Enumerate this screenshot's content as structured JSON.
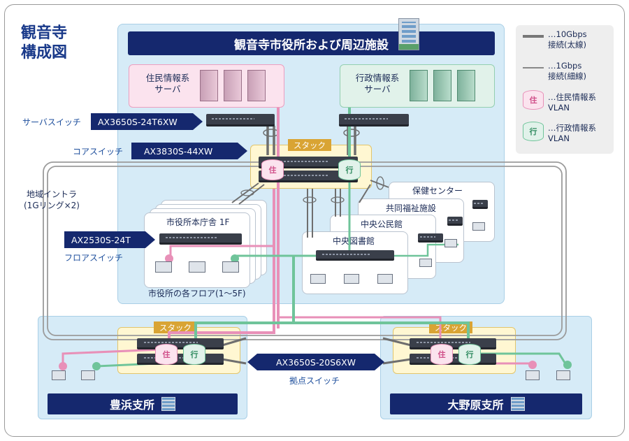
{
  "title_lines": [
    "観音寺",
    "構成図"
  ],
  "banner_main": "観音寺市役所および周辺施設",
  "server_resident": "住民情報系\nサーバ",
  "server_admin": "行政情報系\nサーバ",
  "tags": {
    "server_switch": "AX3650S-24T6XW",
    "core_switch": "AX3830S-44XW",
    "floor_switch": "AX2530S-24T",
    "branch_switch": "AX3650S-20S6XW"
  },
  "labels": {
    "server_switch": "サーバスイッチ",
    "core_switch": "コアスイッチ",
    "floor_switch": "フロアスイッチ",
    "branch_switch": "拠点スイッチ",
    "ring": "地域イントラ\n(1Gリング×2)",
    "floors": "市役所の各フロア(1～5F)",
    "stack": "スタック"
  },
  "facilities": {
    "hq": "市役所本庁舎 1F",
    "health": "保健センター",
    "welfare": "共同福祉施設",
    "community": "中央公民館",
    "library": "中央図書館"
  },
  "branches": {
    "toyohama": "豊浜支所",
    "onohara": "大野原支所"
  },
  "vlan_chars": {
    "resident": "住",
    "admin": "行"
  },
  "legend": {
    "thick": "…10Gbps\n接続(太線)",
    "thin": "…1Gbps\n接続(細線)",
    "resident": "…住民情報系\nVLAN",
    "admin": "…行政情報系\nVLAN"
  },
  "colors": {
    "navy": "#15286e",
    "resident_vlan": "#e890b8",
    "admin_vlan": "#6fc49a",
    "zone": "#d6ebf7",
    "stack": "#d9a434"
  }
}
